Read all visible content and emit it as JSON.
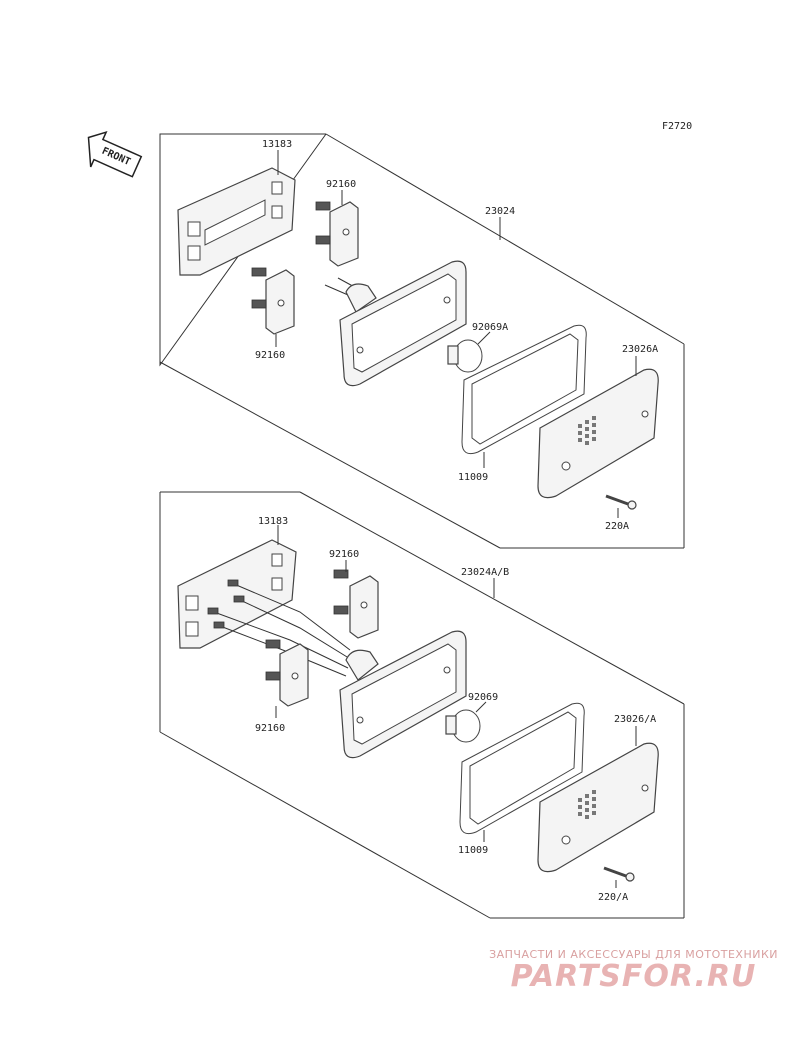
{
  "figure_code": "F2720",
  "front_arrow_label": "FRONT",
  "upper_group": {
    "assembly": "23024",
    "bracket": "13183",
    "socket_top": "92160",
    "socket_bottom": "92160",
    "bulb": "92069A",
    "gasket": "11009",
    "lens": "23026A",
    "screw": "220A"
  },
  "lower_group": {
    "assembly": "23024A/B",
    "bracket": "13183",
    "socket_top": "92160",
    "socket_bottom": "92160",
    "bulb": "92069",
    "gasket": "11009",
    "lens": "23026/A",
    "screw": "220/A"
  },
  "watermark": {
    "subtitle": "ЗАПЧАСТИ И АКСЕССУАРЫ ДЛЯ МОТОТЕХНИКИ",
    "logo": "PARTSFOR.RU"
  }
}
